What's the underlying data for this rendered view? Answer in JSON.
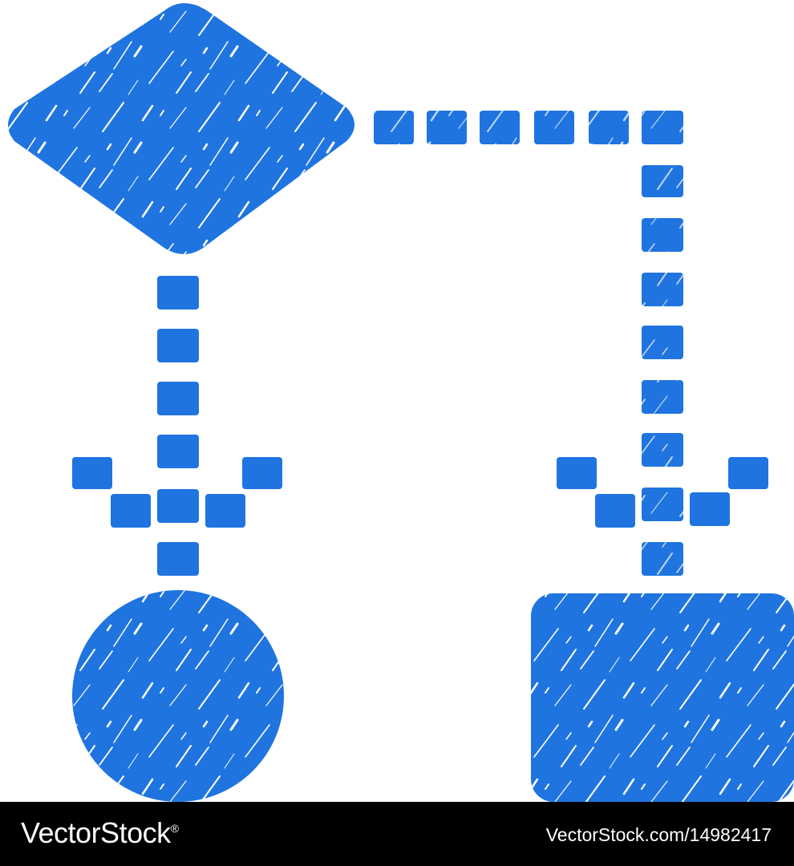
{
  "icon": {
    "name": "flowchart-icon",
    "style": "grunge-textured",
    "color": "#1f74e0"
  },
  "footer": {
    "brand": "VectorStock",
    "brand_mark": "®",
    "image_id": "VectorStock.com/14982417"
  }
}
